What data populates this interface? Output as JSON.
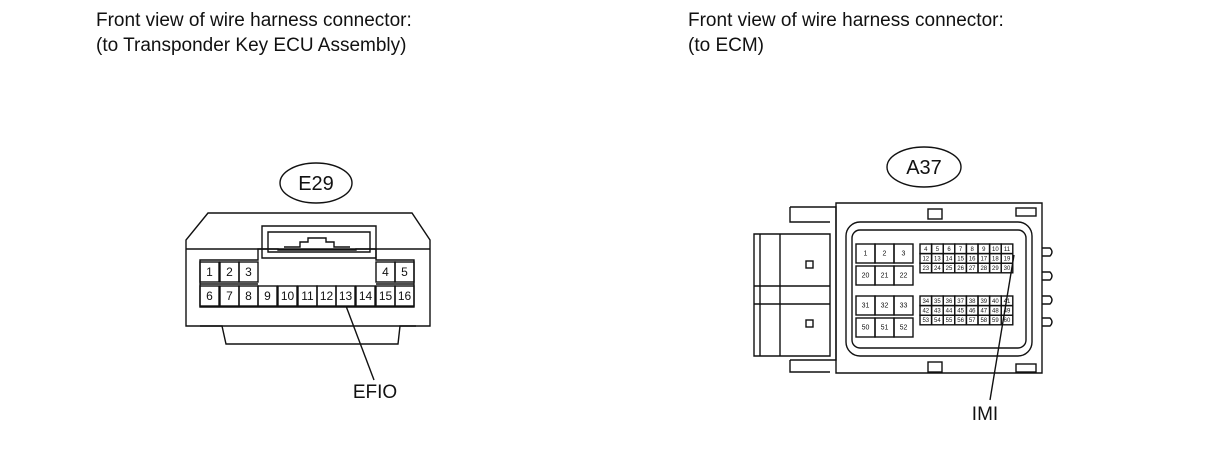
{
  "left": {
    "caption_line1": "Front view of wire harness connector:",
    "caption_line2": "(to Transponder Key ECU Assembly)",
    "connector_id": "E29",
    "pin_label": "EFIO",
    "pins_row1": [
      "1",
      "2",
      "3",
      "4",
      "5"
    ],
    "pins_row2": [
      "6",
      "7",
      "8",
      "9",
      "10",
      "11",
      "12",
      "13",
      "14",
      "15",
      "16"
    ]
  },
  "right": {
    "caption_line1": "Front view of wire harness connector:",
    "caption_line2": "(to ECM)",
    "connector_id": "A37",
    "pin_label": "IMI",
    "big_pins_top": [
      "1",
      "2",
      "3",
      "20",
      "21",
      "22"
    ],
    "big_pins_bottom": [
      "31",
      "32",
      "33",
      "50",
      "51",
      "52"
    ],
    "small_pins_top": [
      "4",
      "5",
      "6",
      "7",
      "8",
      "9",
      "10",
      "11",
      "12",
      "13",
      "14",
      "15",
      "16",
      "17",
      "18",
      "19",
      "23",
      "24",
      "25",
      "26",
      "27",
      "28",
      "29",
      "30"
    ],
    "small_pins_bottom": [
      "34",
      "35",
      "36",
      "37",
      "38",
      "39",
      "40",
      "41",
      "42",
      "43",
      "44",
      "45",
      "46",
      "47",
      "48",
      "49",
      "53",
      "54",
      "55",
      "56",
      "57",
      "58",
      "59",
      "60"
    ]
  }
}
